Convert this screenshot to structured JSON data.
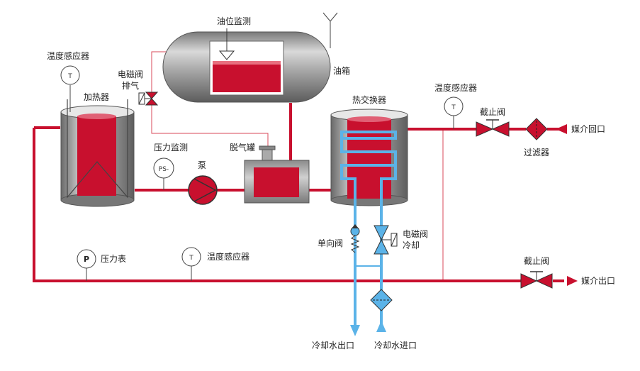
{
  "labels": {
    "oil_level_monitor": "油位监测",
    "oil_tank": "油箱",
    "temp_sensor_heater": "温度感应器",
    "heater": "加热器",
    "solenoid_vent_line1": "电磁阀",
    "solenoid_vent_line2": "排气",
    "pressure_monitor": "压力监测",
    "pump": "泵",
    "degasser": "脱气罐",
    "heat_exchanger": "热交换器",
    "temp_sensor_return": "温度感应器",
    "shutoff_valve_return": "截止阀",
    "filter": "过滤器",
    "medium_return": "媒介回口",
    "check_valve": "单向阀",
    "solenoid_cool_line1": "电磁阀",
    "solenoid_cool_line2": "冷却",
    "pressure_gauge": "压力表",
    "temp_sensor_outlet": "温度感应器",
    "shutoff_valve_outlet": "截止阀",
    "medium_outlet": "媒介出口",
    "cooling_water_out": "冷却水出口",
    "cooling_water_in": "冷却水进口"
  },
  "instruments": {
    "temp_symbol": "T",
    "pressure_symbol": "P",
    "pressure_switch_symbol": "PS-"
  },
  "colors": {
    "oil_red": "#c8102e",
    "water_blue": "#5bb3e8",
    "vessel_gray": "#b9b9b9",
    "vessel_dark": "#6f6f6f",
    "signal_line": "#d84a5a"
  },
  "icons": {
    "pump": "pump-icon",
    "gate_valve": "shutoff-valve-icon",
    "solenoid_valve": "solenoid-valve-icon",
    "check_valve": "check-valve-icon",
    "filter": "filter-icon",
    "antenna": "vent-antenna-icon"
  }
}
